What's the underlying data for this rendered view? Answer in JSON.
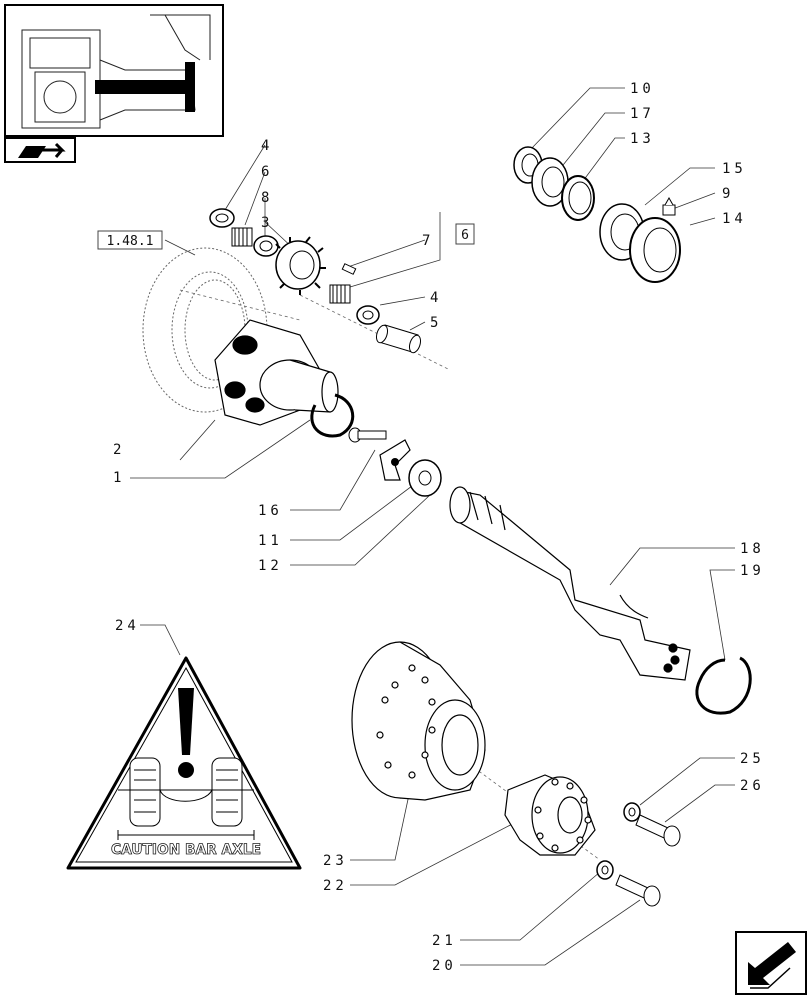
{
  "labels": {
    "p1": "1",
    "p2": "2",
    "p3": "3",
    "p4a": "4",
    "p4b": "4",
    "p5": "5",
    "p6": "6",
    "p6ref": "6",
    "p7": "7",
    "p8": "8",
    "p9": "9",
    "p10": "10",
    "p11": "11",
    "p12": "12",
    "p13": "13",
    "p14": "14",
    "p15": "15",
    "p16": "16",
    "p17": "17",
    "p18": "18",
    "p19": "19",
    "p20": "20",
    "p21": "21",
    "p22": "22",
    "p23": "23",
    "p24": "24",
    "p25": "25",
    "p26": "26"
  },
  "reference": "1.48.1",
  "caution_text": "CAUTION BAR AXLE",
  "icons": {
    "thumbnail": "tractor-thumbnail-icon",
    "book": "book-arrow-icon",
    "next": "next-page-arrow-icon",
    "warning": "caution-triangle-icon"
  }
}
